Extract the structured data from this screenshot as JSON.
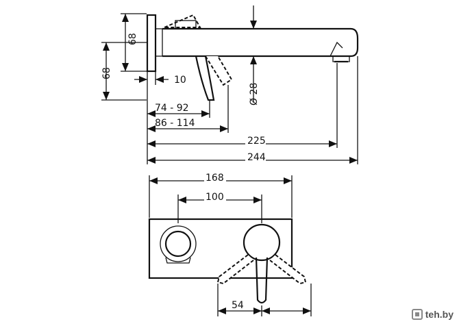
{
  "dimensions": {
    "side_height_upper": "68",
    "side_height_lower": "68",
    "wall_thickness": "10",
    "pipe_diameter": "Ø 28",
    "depth_range_short": "74 - 92",
    "depth_range_long": "86 - 114",
    "spout_reach": "225",
    "overall_length": "244",
    "plate_width": "168",
    "center_distance": "100",
    "handle_offset": "54"
  },
  "watermark": {
    "text": "teh.by"
  },
  "colors": {
    "line": "#111111",
    "background": "#ffffff"
  }
}
